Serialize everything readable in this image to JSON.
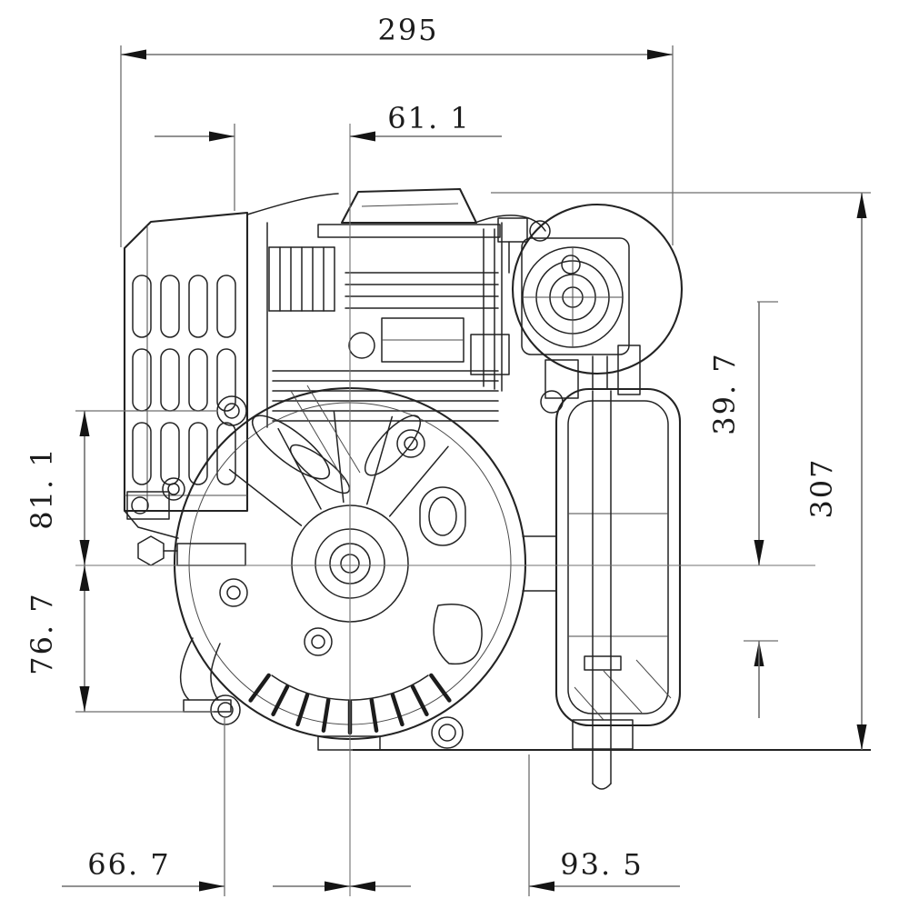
{
  "page": {
    "background": "#ffffff",
    "drawing_kind": "small engine outline drawing, front view"
  },
  "style": {
    "dimension_line_color": "#6e6e6e",
    "arrow_color": "#141414",
    "text_color": "#1c1c1c",
    "artwork_line_color": "#232323"
  },
  "dimensions": {
    "d295": {
      "label": "295",
      "orientation": "horizontal",
      "position": "top-overall-width"
    },
    "d61_1": {
      "label": "61. 1",
      "orientation": "horizontal",
      "position": "upper-offset-to-centerline"
    },
    "d81_1": {
      "label": "81. 1",
      "orientation": "vertical",
      "position": "left-upper"
    },
    "d76_7": {
      "label": "76. 7",
      "orientation": "vertical",
      "position": "left-lower"
    },
    "d39_7": {
      "label": "39. 7",
      "orientation": "vertical",
      "position": "right-inner"
    },
    "d307": {
      "label": "307",
      "orientation": "vertical",
      "position": "right-overall-height"
    },
    "d66_7": {
      "label": "66. 7",
      "orientation": "horizontal",
      "position": "bottom-left"
    },
    "d93_5": {
      "label": "93. 5",
      "orientation": "horizontal",
      "position": "bottom-right"
    }
  }
}
